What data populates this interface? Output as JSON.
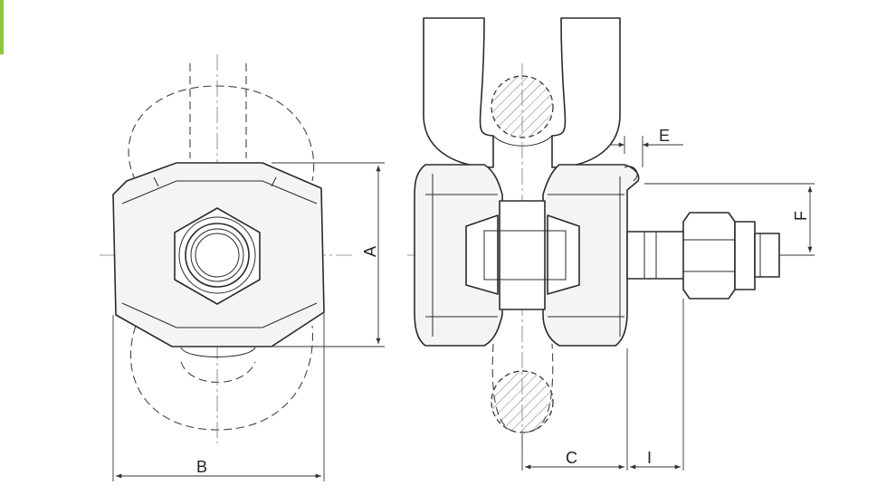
{
  "dimension_labels": {
    "A": "A",
    "B": "B",
    "C": "C",
    "E": "E",
    "F": "F",
    "I": "I"
  },
  "colors": {
    "accent": "#8dc63f",
    "line": "#2b2b2b"
  }
}
